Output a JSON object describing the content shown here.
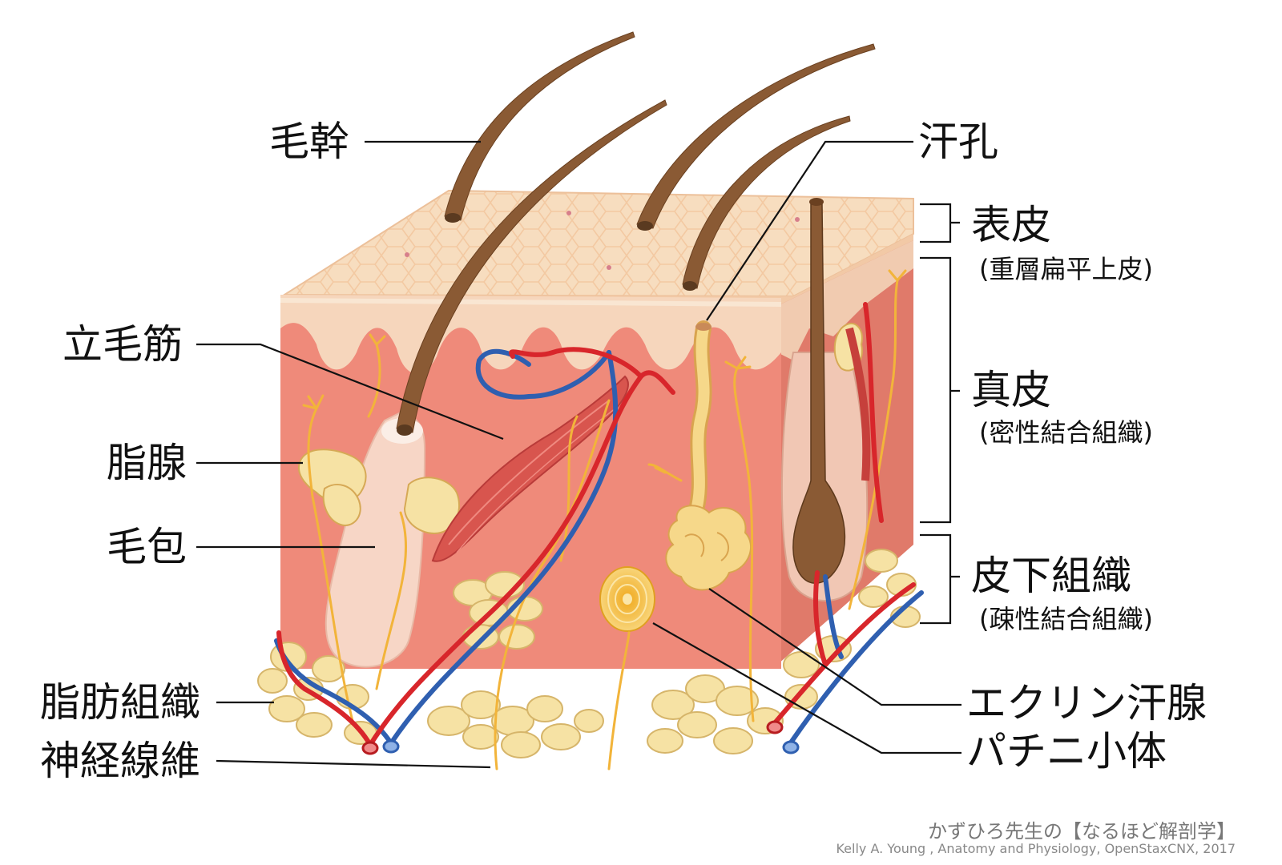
{
  "labels": {
    "hair_shaft": "毛幹",
    "arrector_pili": "立毛筋",
    "sebaceous_gland": "脂腺",
    "hair_follicle": "毛包",
    "adipose_tissue": "脂肪組織",
    "nerve_fibers": "神経線維",
    "sweat_pore": "汗孔",
    "epidermis": "表皮",
    "epidermis_sub": "(重層扁平上皮)",
    "dermis": "真皮",
    "dermis_sub": "(密性結合組織)",
    "hypodermis": "皮下組織",
    "hypodermis_sub": "(疎性結合組織)",
    "eccrine_gland": "エクリン汗腺",
    "pacinian_corpuscle": "パチニ小体"
  },
  "credit": {
    "line1": "かずひろ先生の【なるほど解剖学】",
    "line2": "Kelly A. Young , Anatomy and Physiology, OpenStaxCNX, 2017"
  },
  "colors": {
    "epidermis": "#f6d7b8",
    "dermis": "#ef8a7a",
    "dermis_side": "#e07a6a",
    "fat": "#f6e2a4",
    "hair": "#8a5a34",
    "artery": "#d8262b",
    "vein": "#2f5fb0",
    "nerve": "#f2b43a"
  }
}
